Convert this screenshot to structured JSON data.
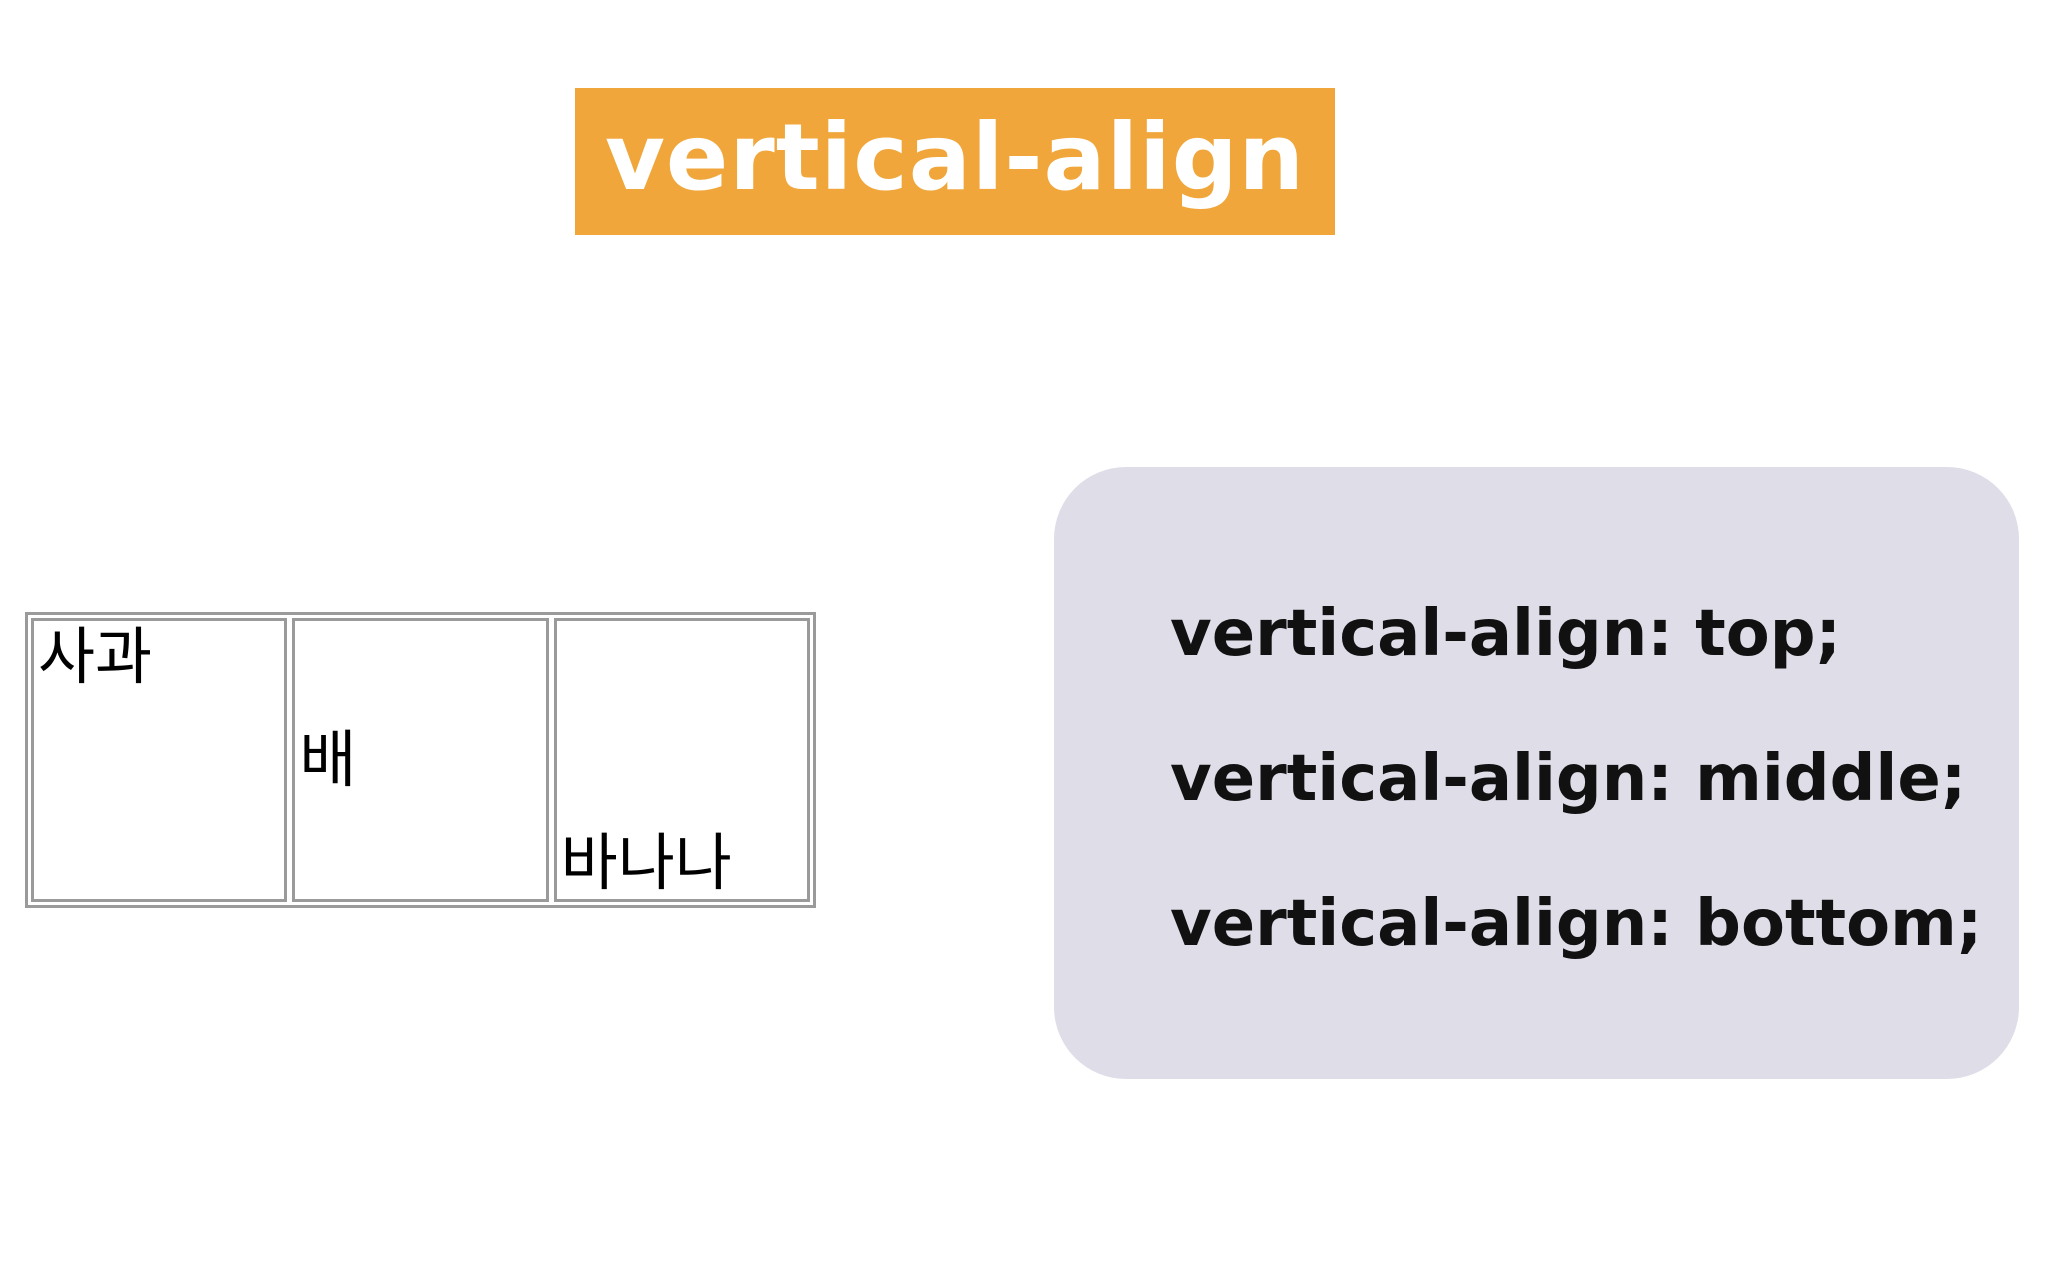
{
  "title": "vertical-align",
  "colors": {
    "banner": "#f0a63a",
    "banner_text": "#ffffff",
    "panel": "#dedde8",
    "table_border": "#9a9a9a"
  },
  "table": {
    "cells": [
      {
        "text": "사과",
        "align": "top"
      },
      {
        "text": "배",
        "align": "middle"
      },
      {
        "text": "바나나",
        "align": "bottom"
      }
    ]
  },
  "code": {
    "lines": [
      "vertical-align: top;",
      "vertical-align: middle;",
      "vertical-align: bottom;"
    ]
  }
}
